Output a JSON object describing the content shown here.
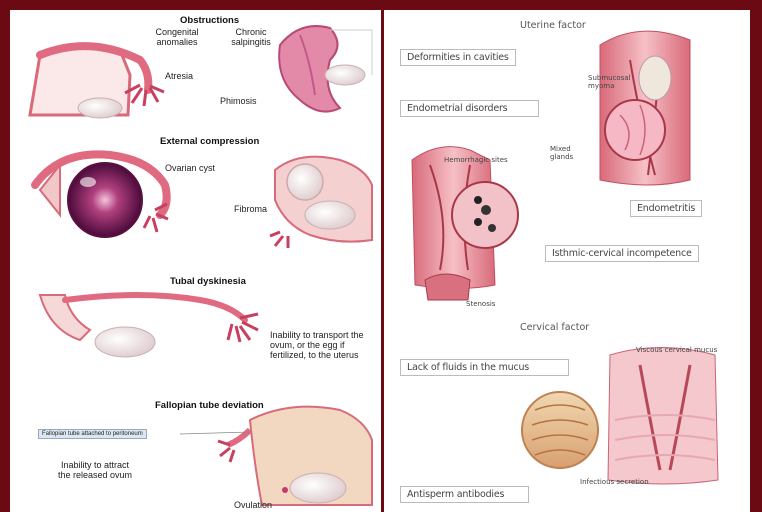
{
  "left_panel": {
    "obstructions": {
      "title": "Obstructions",
      "congenital": "Congenital anomalies",
      "chronic": "Chronic salpingitis",
      "atresia": "Atresia",
      "phimosis": "Phimosis"
    },
    "external_compression": {
      "title": "External compression",
      "ovarian_cyst": "Ovarian cyst",
      "fibroma": "Fibroma"
    },
    "tubal_dyskinesia": {
      "title": "Tubal dyskinesia",
      "note": "Inability to transport the ovum, or the egg if fertilized, to the uterus"
    },
    "deviation": {
      "title": "Fallopian tube deviation",
      "attached": "Fallopian tube attached to peritoneum",
      "note": "Inability to attract the released ovum",
      "ovulation": "Ovulation"
    }
  },
  "right_panel": {
    "uterine_factor": "Uterine factor",
    "deformities": "Deformities in cavities",
    "endometrial": "Endometrial disorders",
    "submucosal": "Submucosal myoma",
    "hemorrhagic": "Hemorrhagic sites",
    "mixed_glands": "Mixed glands",
    "endometritis": "Endometritis",
    "isthmic": "Isthmic-cervical incompetence",
    "stenosis": "Stenosis",
    "cervical_factor": "Cervical factor",
    "viscous": "Viscous cervical mucus",
    "lack_fluids": "Lack of fluids in the mucus",
    "infectious": "Infectious secretion",
    "antisperm": "Antisperm antibodies"
  },
  "colors": {
    "frame": "#6b0a12",
    "tissue": "#e88a96",
    "tissue_dark": "#c8505f",
    "ovary": "#f2e2de",
    "cyst": "#7a1a5c"
  }
}
